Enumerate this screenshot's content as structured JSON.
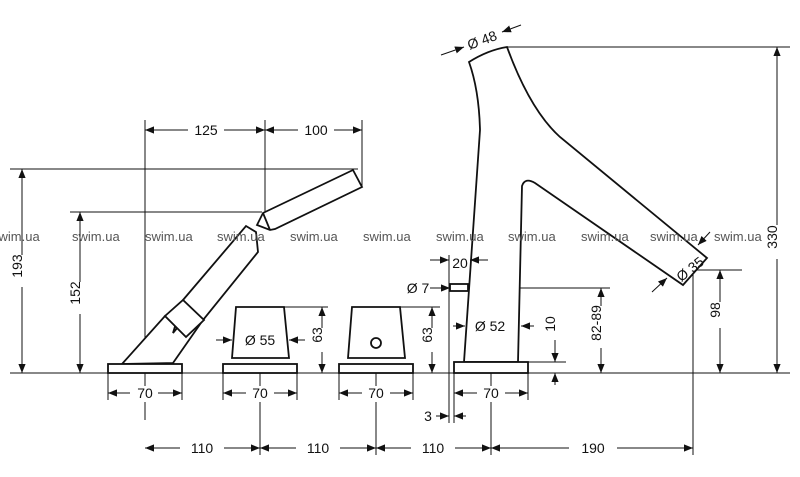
{
  "watermark": "swim.ua",
  "dims": {
    "d125": "125",
    "d100": "100",
    "d193": "193",
    "d152": "152",
    "d70a": "70",
    "d70b": "70",
    "d70c": "70",
    "d70d": "70",
    "d55": "Ø 55",
    "d63a": "63",
    "d63b": "63",
    "d110a": "110",
    "d110b": "110",
    "d110c": "110",
    "d190": "190",
    "d48": "Ø 48",
    "d35": "Ø 35",
    "d330": "330",
    "d98": "98",
    "d8289": "82-89",
    "d10": "10",
    "d20": "20",
    "d7": "Ø 7",
    "d52": "Ø 52",
    "d3": "3"
  }
}
